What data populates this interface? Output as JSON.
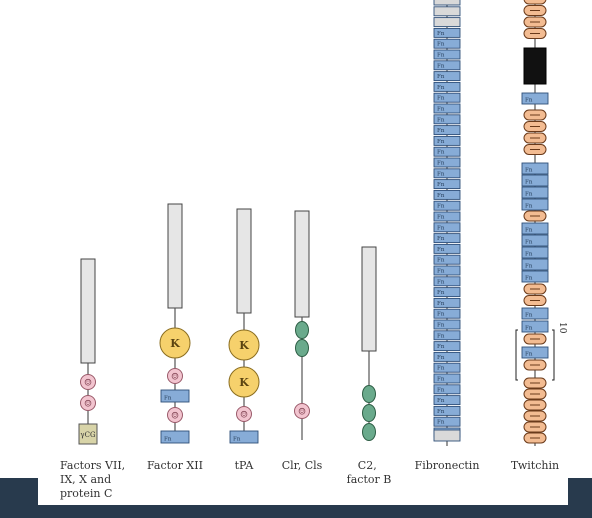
{
  "colors": {
    "page_bg": "#ffffff",
    "dark_bg": "#283a4d",
    "grey_domain": "#e6e6e6",
    "kringle": "#f6d16c",
    "egf_pink": "#f2c4cf",
    "fn3_blue": "#87acd7",
    "complement_green": "#6aaa8c",
    "twitchin_ig": "#f3bc92",
    "kinase_black": "#111111",
    "gla_khaki": "#d8d4a8",
    "line": "#555555"
  },
  "glyphs": {
    "kringle": "K",
    "egf": "☺",
    "gla": "γCG",
    "fn_label": "Fn",
    "bracket_label": "10"
  },
  "proteins": [
    {
      "id": "factors-vii-ix-x-protein-c",
      "label_lines": [
        "Factors VII,",
        "IX, X and",
        "protein C"
      ]
    },
    {
      "id": "factor-xii",
      "label_lines": [
        "Factor XII"
      ]
    },
    {
      "id": "tpa",
      "label_lines": [
        "tPA"
      ]
    },
    {
      "id": "clr-cls",
      "label_lines": [
        "Clr, Cls"
      ]
    },
    {
      "id": "c2-factor-b",
      "label_lines": [
        "C2,",
        "factor B"
      ]
    },
    {
      "id": "fibronectin",
      "label_lines": [
        "Fibronectin"
      ]
    },
    {
      "id": "twitchin",
      "label_lines": [
        "Twitchin"
      ]
    }
  ]
}
